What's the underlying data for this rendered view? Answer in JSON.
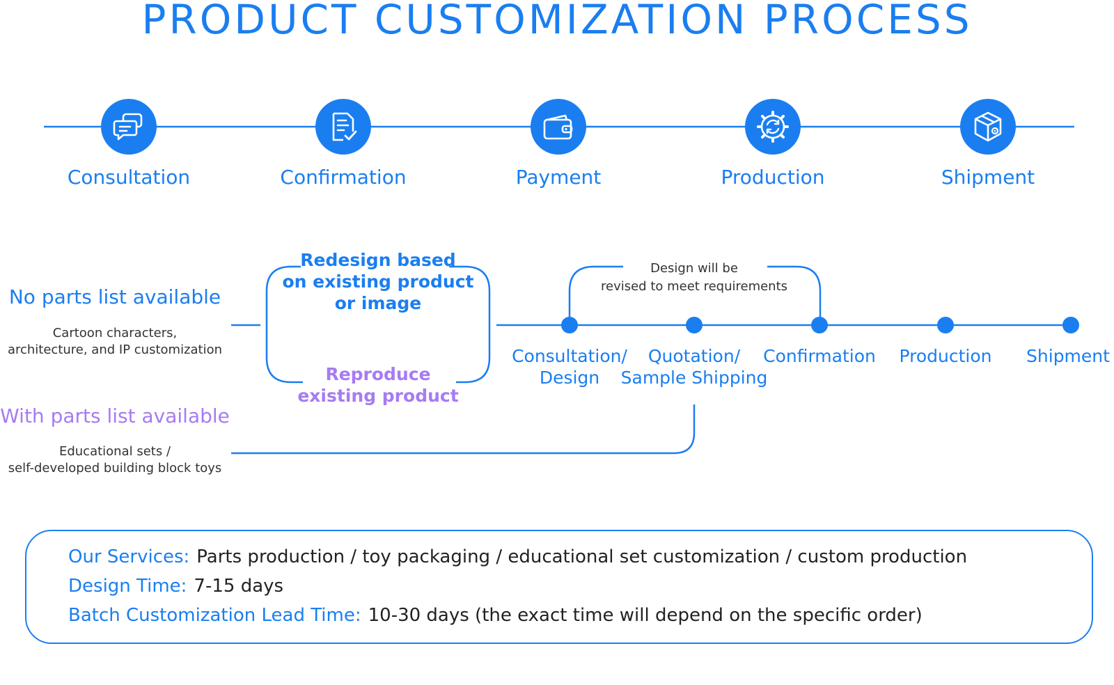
{
  "title": "PRODUCT CUSTOMIZATION PROCESS",
  "accent_color": "#1a7ef0",
  "secondary_color": "#a77bf3",
  "top_steps": [
    {
      "label": "Consultation",
      "icon": "chat-bubbles-icon"
    },
    {
      "label": "Confirmation",
      "icon": "document-check-icon"
    },
    {
      "label": "Payment",
      "icon": "wallet-icon"
    },
    {
      "label": "Production",
      "icon": "gear-cycle-icon"
    },
    {
      "label": "Shipment",
      "icon": "package-box-icon"
    }
  ],
  "paths": {
    "no_parts": {
      "heading": "No parts list available",
      "description_line1": "Cartoon characters,",
      "description_line2": "architecture, and IP customization"
    },
    "with_parts": {
      "heading": "With parts list available",
      "description_line1": "Educational sets /",
      "description_line2": "self-developed building block toys"
    }
  },
  "options": {
    "redesign_line1": "Redesign based",
    "redesign_line2": "on existing product",
    "redesign_line3": "or image",
    "reproduce_line1": "Reproduce",
    "reproduce_line2": "existing product"
  },
  "revision_note": {
    "line1": "Design will be",
    "line2": "revised to meet requirements"
  },
  "flow_steps": [
    {
      "line1": "Consultation/",
      "line2": "Design"
    },
    {
      "line1": "Quotation/",
      "line2": "Sample Shipping"
    },
    {
      "line1": "Confirmation",
      "line2": ""
    },
    {
      "line1": "Production",
      "line2": ""
    },
    {
      "line1": "Shipment",
      "line2": ""
    }
  ],
  "info": {
    "services_key": "Our Services:",
    "services_value": "Parts production / toy packaging / educational set customization / custom production",
    "design_key": "Design Time:",
    "design_value": "7-15 days",
    "lead_key": "Batch Customization Lead Time:",
    "lead_value": "10-30 days (the exact time will depend on the specific order)"
  }
}
